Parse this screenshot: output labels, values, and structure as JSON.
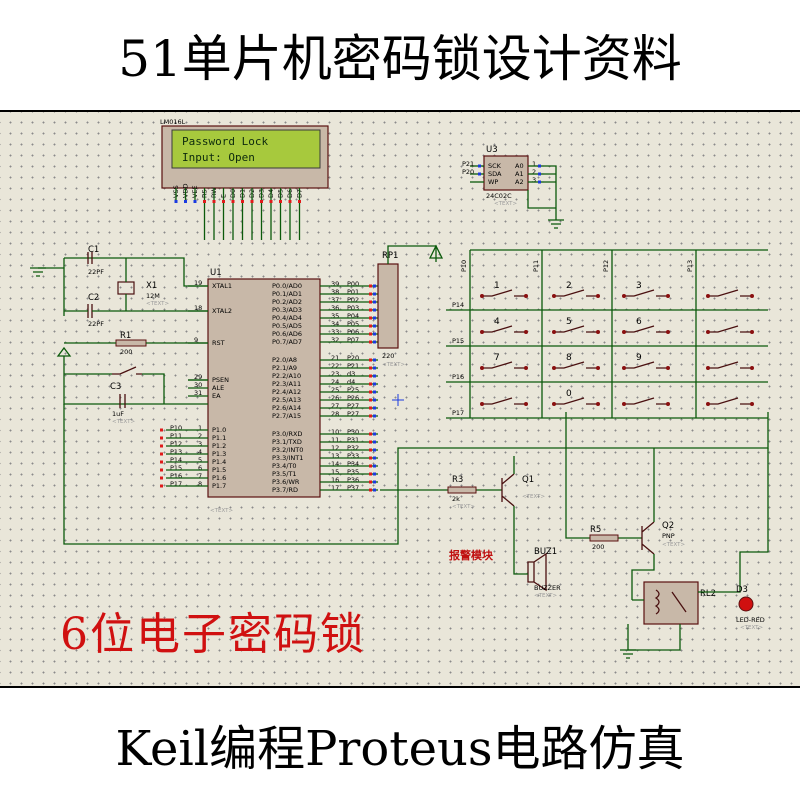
{
  "header": {
    "title": "51单片机密码锁设计资料"
  },
  "footer": {
    "title": "Keil编程Proteus电路仿真"
  },
  "schematic": {
    "subtitle": "6位电子密码锁",
    "alarm_label": "报警模块",
    "lcd": {
      "ref": "LM016L",
      "line1": "Password Lock",
      "line2": "Input:  Open",
      "pins": [
        "VSS",
        "VDD",
        "VEE",
        "RS",
        "RW",
        "E",
        "D0",
        "D1",
        "D2",
        "D3",
        "D4",
        "D5",
        "D6",
        "D7"
      ]
    },
    "mcu": {
      "ref": "U1",
      "left_pins": [
        {
          "num": "19",
          "name": "XTAL1"
        },
        {
          "num": "18",
          "name": "XTAL2"
        },
        {
          "num": "9",
          "name": "RST"
        },
        {
          "num": "29",
          "name": "PSEN"
        },
        {
          "num": "30",
          "name": "ALE"
        },
        {
          "num": "31",
          "name": "EA"
        }
      ],
      "p1_pins": [
        "P1.0",
        "P1.1",
        "P1.2",
        "P1.3",
        "P1.4",
        "P1.5",
        "P1.6",
        "P1.7"
      ],
      "p1_nets": [
        "P10",
        "P11",
        "P12",
        "P13",
        "P14",
        "P15",
        "P16",
        "P17"
      ],
      "p0_pins": [
        "P0.0/AD0",
        "P0.1/AD1",
        "P0.2/AD2",
        "P0.3/AD3",
        "P0.4/AD4",
        "P0.5/AD5",
        "P0.6/AD6",
        "P0.7/AD7"
      ],
      "p0_nums": [
        "39",
        "38",
        "37",
        "36",
        "35",
        "34",
        "33",
        "32"
      ],
      "p0_nets": [
        "P00",
        "P01",
        "P02",
        "P03",
        "P04",
        "P05",
        "P06",
        "P07"
      ],
      "p2_pins": [
        "P2.0/A8",
        "P2.1/A9",
        "P2.2/A10",
        "P2.3/A11",
        "P2.4/A12",
        "P2.5/A13",
        "P2.6/A14",
        "P2.7/A15"
      ],
      "p2_nums": [
        "21",
        "22",
        "23",
        "24",
        "25",
        "26",
        "27",
        "28"
      ],
      "p2_nets": [
        "P20",
        "P21",
        "d3",
        "d4",
        "P25",
        "P26",
        "P27",
        "P27"
      ],
      "p3_pins": [
        "P3.0/RXD",
        "P3.1/TXD",
        "P3.2/INT0",
        "P3.3/INT1",
        "P3.4/T0",
        "P3.5/T1",
        "P3.6/WR",
        "P3.7/RD"
      ],
      "p3_nums": [
        "10",
        "11",
        "12",
        "13",
        "14",
        "15",
        "16",
        "17"
      ],
      "p3_nets": [
        "P30",
        "P31",
        "P32",
        "P33",
        "P34",
        "P35",
        "P36",
        "P37"
      ],
      "p1_nums": [
        "1",
        "2",
        "3",
        "4",
        "5",
        "6",
        "7",
        "8"
      ]
    },
    "eeprom": {
      "ref": "U3",
      "part": "24C02C",
      "pins": [
        "SCK",
        "SDA",
        "WP"
      ],
      "addr": [
        "A0",
        "A1",
        "A2"
      ],
      "nets": [
        "P21",
        "P20"
      ],
      "nums": [
        "1",
        "2",
        "3"
      ]
    },
    "rpack": {
      "ref": "RP1",
      "value": "220"
    },
    "components": {
      "c1": {
        "ref": "C1",
        "value": "22PF"
      },
      "c2": {
        "ref": "C2",
        "value": "22PF"
      },
      "x1": {
        "ref": "X1",
        "value": "12M"
      },
      "r1": {
        "ref": "R1",
        "value": "200"
      },
      "c3": {
        "ref": "C3",
        "value": "1uF"
      },
      "r3": {
        "ref": "R3",
        "value": "2k"
      },
      "q1": {
        "ref": "Q1"
      },
      "r5": {
        "ref": "R5",
        "value": "200"
      },
      "q2": {
        "ref": "Q2",
        "value": "PNP"
      },
      "buz": {
        "ref": "BUZ1",
        "value": "BUZZER"
      },
      "rl2": {
        "ref": "RL2"
      },
      "d3": {
        "ref": "D3",
        "value": "LED-RED"
      }
    },
    "keypad": {
      "col_nets": [
        "P10",
        "P11",
        "P12",
        "P13"
      ],
      "row_nets": [
        "P14",
        "P15",
        "P16",
        "P17"
      ],
      "keys": [
        "1",
        "2",
        "3",
        "",
        "4",
        "5",
        "6",
        "",
        "7",
        "8",
        "9",
        "",
        "",
        "0",
        "",
        ""
      ]
    },
    "text_placeholder": "<TEXT>",
    "colors": {
      "wire": "#0b5a0b",
      "component": "#4a1010",
      "grid": "#e9e6d9",
      "alarm": "#c01010",
      "subtitle": "#d01010"
    }
  }
}
